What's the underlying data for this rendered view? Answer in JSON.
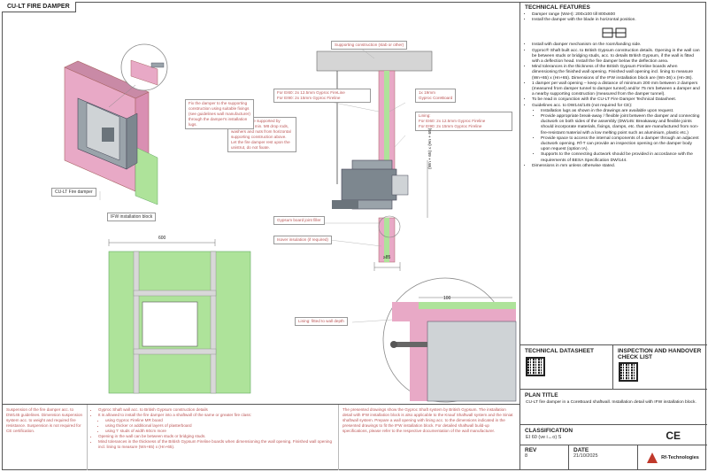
{
  "header": {
    "title": "CU-LT FIRE DAMPER"
  },
  "drawing": {
    "labels": {
      "supporting_construction": "Supporting construction (slab or other)",
      "fire_60": "For EI60: 2x 12.5mm Gyproc FireLine",
      "fire_90": "For EI90: 2x 15mm Gyproc Fireline",
      "cored_1": "1x 19mm",
      "cored_2": "Gyproc CoreBoard",
      "lining_1": "Lining:",
      "lining_2": "For EI60: 2x 12.5mm Gyproc Fireline",
      "lining_3": "For EI90: 2x 15mm Gyproc Fireline",
      "dim_vertical": "(Wn + 65) x (Hn + 65)",
      "gypsum_filler": "Gypsum board joint filler",
      "isover": "Isover insulation (if required)",
      "x_dim": "≥85",
      "dim_100": "100",
      "lining_fitted": "Lining: fitted to wall depth",
      "dim_600": "600",
      "cult_caption": "CU-LT Fire damper",
      "ifw_caption": "IFW installation block"
    },
    "notes": {
      "fix_damper": "Fix the damper to the supporting construction using suitable fixings (see guidelines wall manufacturer) through the damper's installation lugs.",
      "supported": "Damper to be supported by unistrut from min. M8 drop rods, washers and nuts from horizontal supporting construction above. Let the fire damper rest upon the unistrut, do not fixate."
    }
  },
  "bottom_notes": {
    "col1": "Suspension of the fire damper acc. to DW145 guidelines. Dimension suspension system acc. to weight and required fire resistance. Suspension is not required for CE certification.",
    "col2_items": [
      "Gyproc Shaft wall acc. to British Gypsum construction details",
      "It is allowed to install the fire damper into a shaftwall of the same or greater fire class:"
    ],
    "col2_sub": [
      "using Gyproc Fireline MR board",
      "using thicker or additional layers of plasterboard",
      "using 'I' studs of width 60cm more"
    ],
    "col2_tail": [
      "Opening in the wall can be between studs or bridging studs.",
      "Mind tolerances in the thickness of the British Gypsum Fireline boards when dimensioning the wall opening. Finished wall opening incl. lining to measure (Wn+65) x (Hn+65)."
    ],
    "col3": "The presented drawings show the Gyproc Shaft system by British Gypsum. The installation detail with IFW installation block is also applicable to the Knauf Shaftwall system and the Siniat shaftwall system. Prepare a wall opening with lining acc. to the dimensions indicated in the presented drawings to fit the IFW installation block. For detailed shaftwall build-up specifications, please refer to the respective documentation of the wall manufacturer."
  },
  "sidebar": {
    "tech_title": "TECHNICAL FEATURES",
    "tech_top": [
      "Damper range (WxH): 200x100 till 800x600",
      "Install the damper with the blade in horizontal position."
    ],
    "tech_items": [
      "Install with damper mechanism on the room/landing side.",
      "Gyproc® Shaft built acc. to British Gypsum construction details. Opening in the wall can be between studs or bridging studs, acc. to details British Gypsum, if the wall is fitted with a deflection head. Install the fire damper below the deflection area.",
      "Mind tolerances in the thickness of the British Gypsum Fireline boards when dimensioning the finished wall opening. Finished wall opening incl. lining to measure (Wn+65) x (Hn+65). Dimensions of the IFW installation block are (Wn-36) x (Hn-36).",
      "1 damper per wall opening – keep a distance of minimum 200 mm between 2 dampers (measured from damper tunnel to damper tunnel) and/or 75 mm between a damper and a nearby supporting construction (measured from the damper tunnel).",
      "To be read in conjunction with the CU-LT Fire Damper Technical Datasheet.",
      "Guidelines acc. to DW144/145 (not required for CE):"
    ],
    "tech_sub": [
      "Installation lugs as shown in the drawings are available upon request.",
      "Provide appropriate break-away / flexible joint between the damper and connecting ductwork on both sides of the assembly (DW145: Breakaway and flexible joints should incorporate materials, fixings, clamps, etc. that are manufactured from non-fire-resistant material with a low melting point such as aluminium, plastic etc.)",
      "Provide space to access the internal components of a damper through an adjacent ductwork opening. Rf-T can provide an inspection opening on the damper body upon request (option IA).",
      "Supports to the connecting ductwork should be provided in accordance with the requirements of BESA Specification DW/144."
    ],
    "tech_last": "Dimensions in mm unless otherwise stated.",
    "datasheet_title": "TECHNICAL DATASHEET",
    "checklist_title": "INSPECTION AND HANDOVER CHECK LIST",
    "plan_title": "PLAN TITLE",
    "plan_text": "CU-LT fire damper in a CoreBoard shaftwall. Installation detail with IFW installation block.",
    "class_title": "CLASSIFICATION",
    "class_value": "EI 60 (ve i↔o) S",
    "ce_mark": "CE",
    "rev_label": "REV",
    "rev_value": "8",
    "date_label": "DATE",
    "date_value": "21/10/2025",
    "brand": "Rf-Technologies"
  },
  "colors": {
    "pink": "#e8a9c6",
    "green": "#aee39a",
    "grey": "#cfd3d6",
    "accent_red": "#c0392b"
  }
}
